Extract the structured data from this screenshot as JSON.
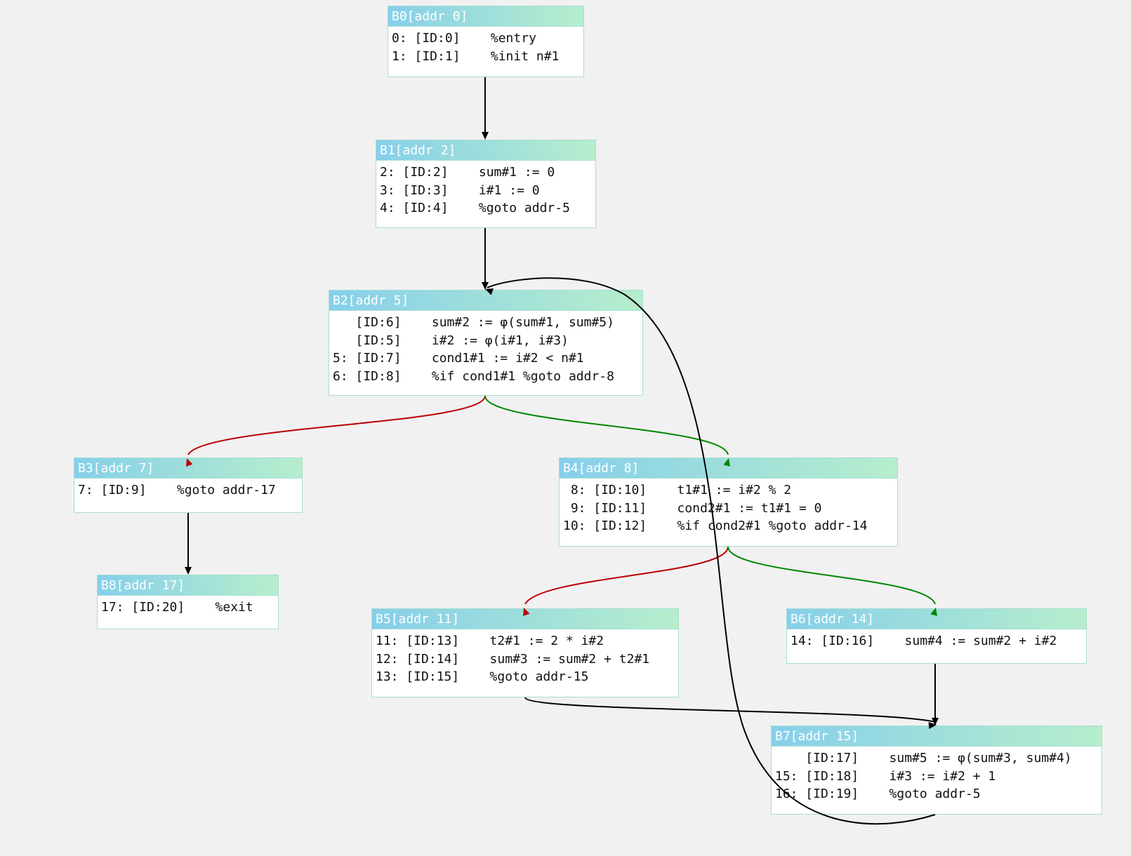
{
  "colors": {
    "background": "#f1f1f1",
    "header_start": "#86cfea",
    "header_end": "#b6eecc",
    "edge_default": "#000000",
    "edge_true": "#bb0000",
    "edge_false": "#008800"
  },
  "blocks": [
    {
      "id": "B0",
      "title": "B0[addr 0]",
      "lines": [
        "0: [ID:0]    %entry",
        "1: [ID:1]    %init n#1"
      ]
    },
    {
      "id": "B1",
      "title": "B1[addr 2]",
      "lines": [
        "2: [ID:2]    sum#1 := 0",
        "3: [ID:3]    i#1 := 0",
        "4: [ID:4]    %goto addr-5"
      ]
    },
    {
      "id": "B2",
      "title": "B2[addr 5]",
      "lines": [
        "   [ID:6]    sum#2 := φ(sum#1, sum#5)",
        "   [ID:5]    i#2 := φ(i#1, i#3)",
        "5: [ID:7]    cond1#1 := i#2 < n#1",
        "6: [ID:8]    %if cond1#1 %goto addr-8"
      ]
    },
    {
      "id": "B3",
      "title": "B3[addr 7]",
      "lines": [
        "7: [ID:9]    %goto addr-17"
      ]
    },
    {
      "id": "B4",
      "title": "B4[addr 8]",
      "lines": [
        " 8: [ID:10]    t1#1 := i#2 % 2",
        " 9: [ID:11]    cond2#1 := t1#1 = 0",
        "10: [ID:12]    %if cond2#1 %goto addr-14"
      ]
    },
    {
      "id": "B8",
      "title": "B8[addr 17]",
      "lines": [
        "17: [ID:20]    %exit"
      ]
    },
    {
      "id": "B5",
      "title": "B5[addr 11]",
      "lines": [
        "11: [ID:13]    t2#1 := 2 * i#2",
        "12: [ID:14]    sum#3 := sum#2 + t2#1",
        "13: [ID:15]    %goto addr-15"
      ]
    },
    {
      "id": "B6",
      "title": "B6[addr 14]",
      "lines": [
        "14: [ID:16]    sum#4 := sum#2 + i#2"
      ]
    },
    {
      "id": "B7",
      "title": "B7[addr 15]",
      "lines": [
        "    [ID:17]    sum#5 := φ(sum#3, sum#4)",
        "15: [ID:18]    i#3 := i#2 + 1",
        "16: [ID:19]    %goto addr-5"
      ]
    }
  ],
  "edges": [
    {
      "from": "B0",
      "to": "B1",
      "kind": "default"
    },
    {
      "from": "B1",
      "to": "B2",
      "kind": "default"
    },
    {
      "from": "B2",
      "to": "B3",
      "kind": "true"
    },
    {
      "from": "B2",
      "to": "B4",
      "kind": "false"
    },
    {
      "from": "B3",
      "to": "B8",
      "kind": "default"
    },
    {
      "from": "B4",
      "to": "B5",
      "kind": "true"
    },
    {
      "from": "B4",
      "to": "B6",
      "kind": "false"
    },
    {
      "from": "B5",
      "to": "B7",
      "kind": "default"
    },
    {
      "from": "B6",
      "to": "B7",
      "kind": "default"
    },
    {
      "from": "B7",
      "to": "B2",
      "kind": "default"
    }
  ]
}
